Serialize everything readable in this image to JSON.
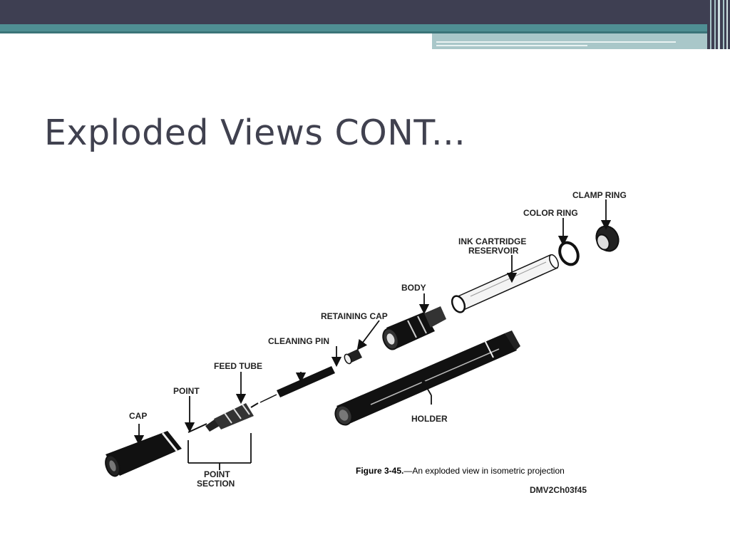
{
  "slide": {
    "title": "Exploded Views CONT...",
    "colors": {
      "top_bar": "#3e3f52",
      "teal_band": "#4f8f93",
      "light_band": "#a9c7c9",
      "title_text": "#40414f"
    }
  },
  "figure": {
    "labels": {
      "clamp_ring": "CLAMP RING",
      "color_ring": "COLOR RING",
      "ink_cartridge_1": "INK CARTRIDGE",
      "ink_cartridge_2": "RESERVOIR",
      "body": "BODY",
      "retaining_cap": "RETAINING CAP",
      "cleaning_pin": "CLEANING PIN",
      "feed_tube": "FEED TUBE",
      "point": "POINT",
      "cap": "CAP",
      "holder": "HOLDER",
      "point_section_1": "POINT",
      "point_section_2": "SECTION"
    },
    "caption_number": "Figure  3-45.",
    "caption_text": "—An exploded view in isometric projection",
    "reference_code": "DMV2Ch03f45"
  }
}
